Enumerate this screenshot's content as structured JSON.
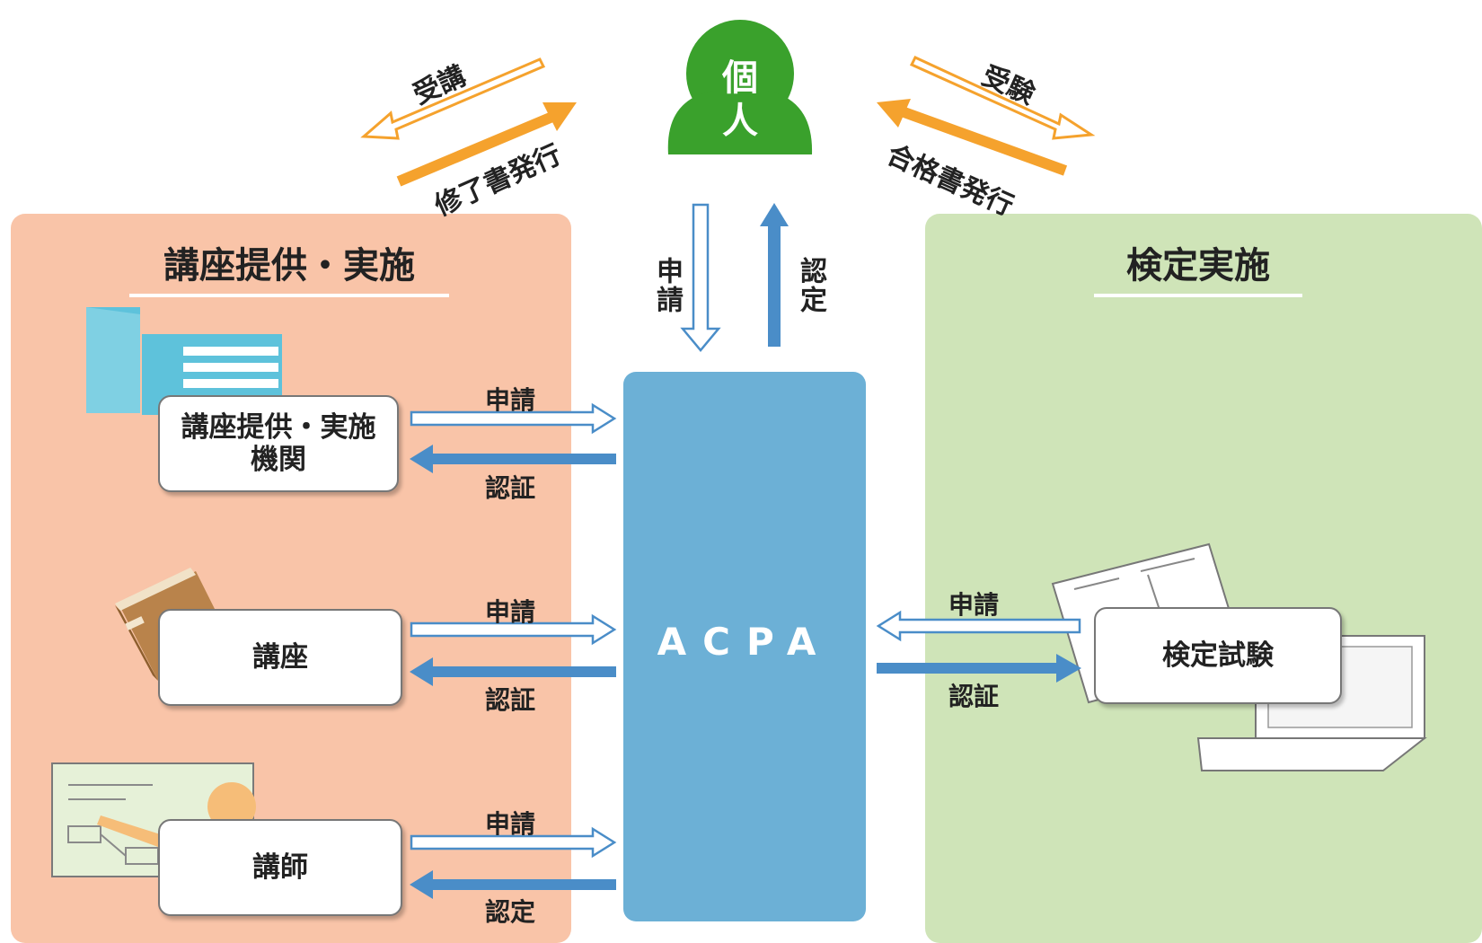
{
  "colors": {
    "left_panel": "#f9c4a8",
    "right_panel": "#cfe4b8",
    "acpa_box": "#6cb0d6",
    "person": "#3aa12c",
    "orange_arrow": "#f5a22d",
    "blue_arrow": "#4a8dc8"
  },
  "person": {
    "label_top": "個",
    "label_bottom": "人"
  },
  "top_arrows": {
    "left_outline": "受講",
    "left_solid": "修了書発行",
    "right_outline": "受験",
    "right_solid": "合格書発行",
    "center_down": "申請",
    "center_up": "認定"
  },
  "left_panel": {
    "title": "講座提供・実施",
    "rows": [
      {
        "card": "講座提供・実施機関",
        "icon": "building-icon",
        "apply": "申請",
        "response": "認証"
      },
      {
        "card": "講座",
        "icon": "book-icon",
        "apply": "申請",
        "response": "認証"
      },
      {
        "card": "講師",
        "icon": "teacher-icon",
        "apply": "申請",
        "response": "認定"
      }
    ]
  },
  "center": {
    "label": "ACPA"
  },
  "right_panel": {
    "title": "検定実施",
    "card": "検定試験",
    "icon": "laptop-icon",
    "apply": "申請",
    "response": "認証"
  }
}
